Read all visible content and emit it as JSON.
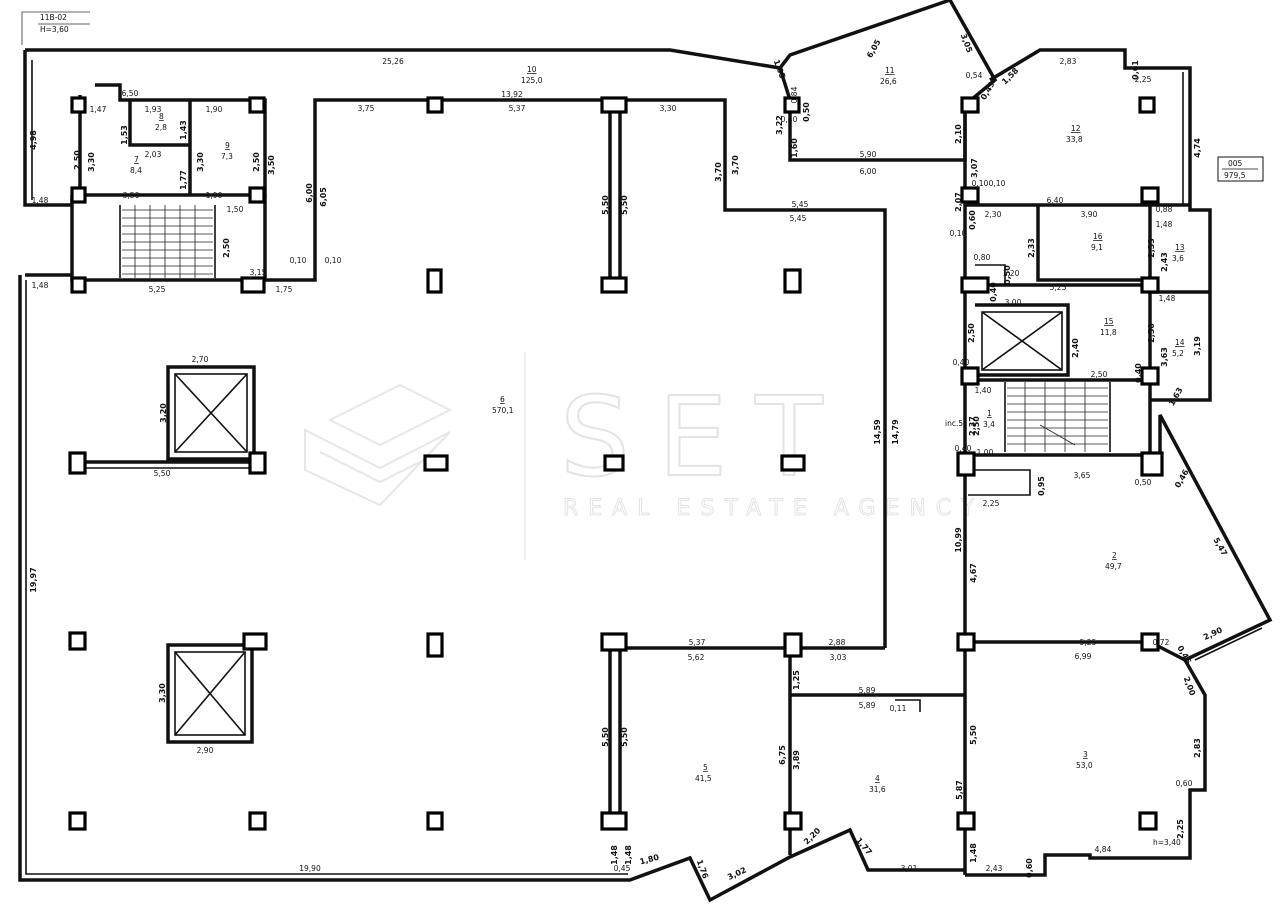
{
  "sheet": {
    "code": "11В-02",
    "height": "H=3,60"
  },
  "watermark": {
    "logo_text": "SET",
    "tagline": "REAL ESTATE AGENCY"
  },
  "total_box": {
    "number": "005",
    "area": "979,5"
  },
  "rooms": [
    {
      "id": "1",
      "area": "3,4"
    },
    {
      "id": "2",
      "area": "49,7"
    },
    {
      "id": "3",
      "area": "53,0"
    },
    {
      "id": "4",
      "area": "31,6"
    },
    {
      "id": "5",
      "area": "41,5"
    },
    {
      "id": "6",
      "area": "570,1"
    },
    {
      "id": "7",
      "area": "8,4"
    },
    {
      "id": "8",
      "area": "2,8"
    },
    {
      "id": "9",
      "area": "7,3"
    },
    {
      "id": "10",
      "area": "125,0"
    },
    {
      "id": "11",
      "area": "26,6"
    },
    {
      "id": "12",
      "area": "33,8"
    },
    {
      "id": "13",
      "area": "3,6"
    },
    {
      "id": "14",
      "area": "5,2"
    },
    {
      "id": "15",
      "area": "11,8"
    },
    {
      "id": "16",
      "area": "9,1"
    }
  ],
  "notes": {
    "incline": "inc.5",
    "height_bottom": "h=3,40"
  },
  "dimensions": [
    "25,26",
    "6,50",
    "1,47",
    "1,93",
    "1,90",
    "1,53",
    "1,43",
    "2,03",
    "2,50",
    "3,30",
    "3,30",
    "2,50",
    "3,50",
    "1,77",
    "3,50",
    "1,90",
    "1,48",
    "1,50",
    "4,98",
    "2,50",
    "1,48",
    "5,25",
    "3,15",
    "1,75",
    "0,10",
    "3,75",
    "13,92",
    "5,37",
    "3,30",
    "3,70",
    "3,70",
    "6,00",
    "6,05",
    "5,50",
    "5,50",
    "5,45",
    "5,45",
    "0,10",
    "6,05",
    "3,05",
    "1,05",
    "0,84",
    "0,40",
    "3,22",
    "0,50",
    "1,60",
    "5,90",
    "6,00",
    "2,10",
    "3,07",
    "0,54",
    "0,49",
    "1,58",
    "2,83",
    "0,61",
    "2,25",
    "4,74",
    "0,10",
    "6,40",
    "2,07",
    "0,60",
    "0,10",
    "2,30",
    "3,90",
    "0,88",
    "1,48",
    "2,33",
    "2,33",
    "2,43",
    "0,80",
    "1,20",
    "0,40",
    "0,50",
    "5,25",
    "1,48",
    "3,00",
    "2,50",
    "2,40",
    "2,50",
    "3,63",
    "3,19",
    "0,40",
    "0,40",
    "2,50",
    "1,40",
    "1,63",
    "2,37",
    "2,50",
    "0,40",
    "1,00",
    "3,65",
    "0,50",
    "0,95",
    "2,25",
    "0,46",
    "10,99",
    "4,67",
    "5,47",
    "2,90",
    "5,25",
    "0,72",
    "6,99",
    "0,46",
    "2,00",
    "2,83",
    "0,60",
    "2,25",
    "4,84",
    "2,43",
    "0,60",
    "1,48",
    "5,87",
    "5,50",
    "3,01",
    "1,77",
    "2,20",
    "3,89",
    "6,75",
    "1,25",
    "5,89",
    "5,89",
    "0,11",
    "2,88",
    "3,03",
    "5,37",
    "5,62",
    "14,59",
    "14,79",
    "5,50",
    "5,50",
    "1,48",
    "1,48",
    "1,80",
    "1,76",
    "3,02",
    "0,45",
    "19,90",
    "19,97",
    "2,70",
    "3,20",
    "5,50",
    "3,30",
    "2,90",
    "0,10"
  ]
}
